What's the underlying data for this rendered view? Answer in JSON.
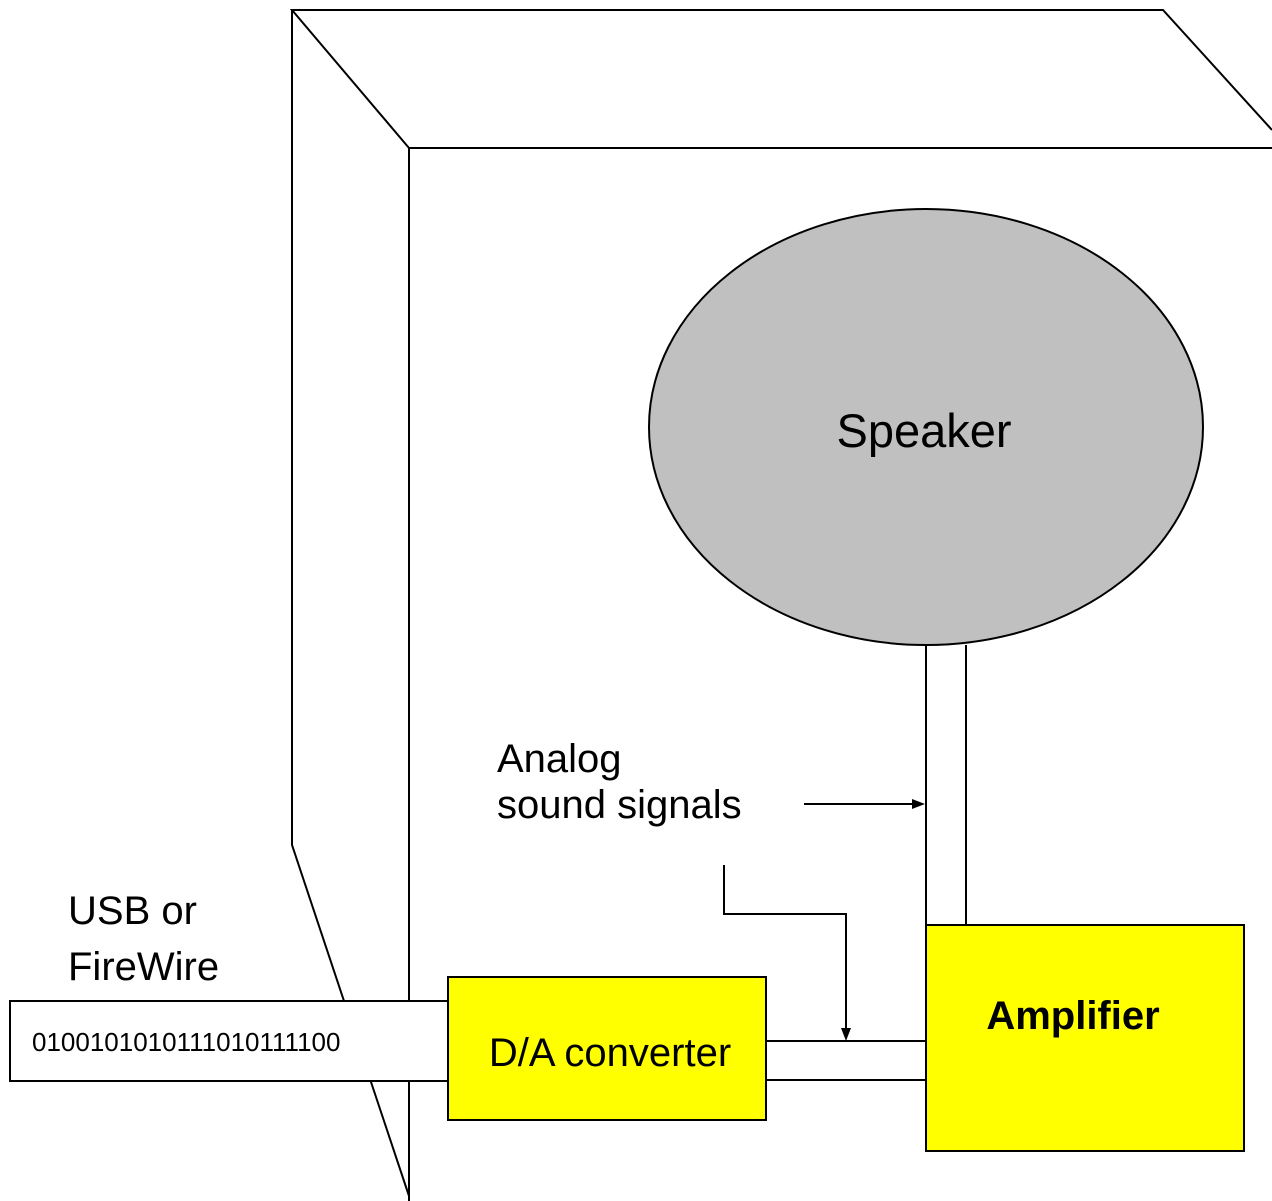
{
  "diagram": {
    "speaker_label": "Speaker",
    "analog_label_line1": "Analog",
    "analog_label_line2": "sound signals",
    "usb_label_line1": "USB or",
    "usb_label_line2": "FireWire",
    "bitstream": "0100101010111010111100",
    "dac_label": "D/A converter",
    "amplifier_label": "Amplifier"
  },
  "colors": {
    "speaker_fill": "#c0c0c0",
    "component_fill": "#ffff00",
    "line": "#000000",
    "background": "#ffffff"
  }
}
